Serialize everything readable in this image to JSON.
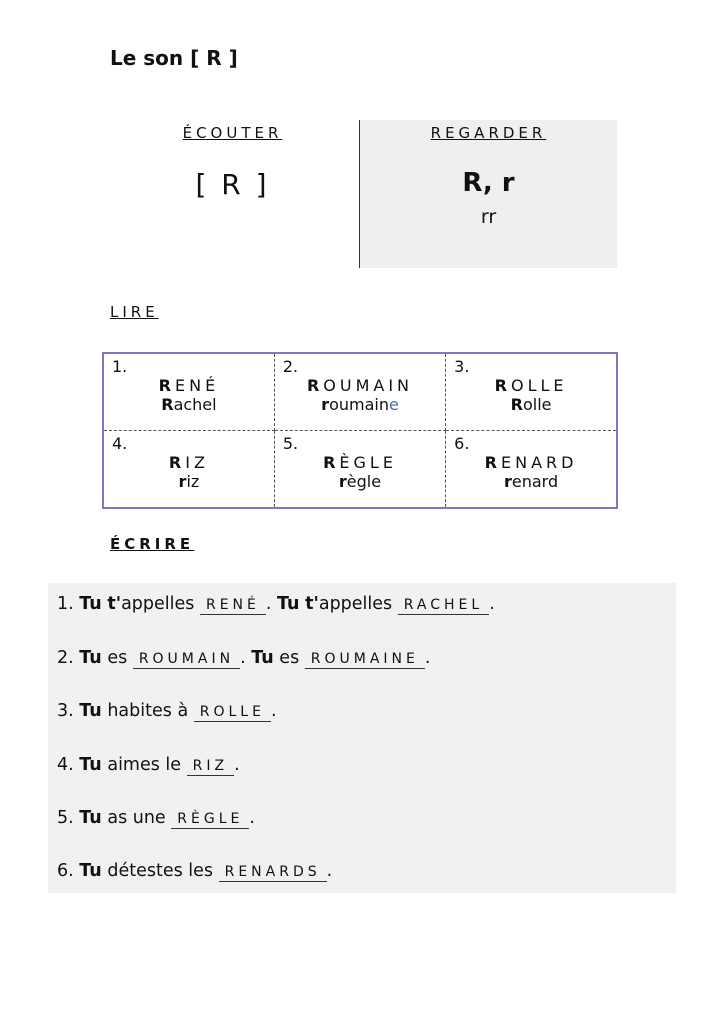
{
  "title": "Le son [ R ]",
  "ecouter": {
    "heading": "ÉCOUTER",
    "symbol": "[ R ]"
  },
  "regarder": {
    "heading": "REGARDER",
    "letters": "R, r",
    "double": "rr"
  },
  "lire": {
    "heading": "LIRE",
    "cells": [
      {
        "num": "1.",
        "upper_first": "R",
        "upper_rest": "ENÉ",
        "lower_first": "R",
        "lower_rest": "achel",
        "lower_extra": ""
      },
      {
        "num": "2.",
        "upper_first": "R",
        "upper_rest": "OUMAIN",
        "lower_first": "r",
        "lower_rest": "oumain",
        "lower_extra": "e"
      },
      {
        "num": "3.",
        "upper_first": "R",
        "upper_rest": "OLLE",
        "lower_first": "R",
        "lower_rest": "olle",
        "lower_extra": ""
      },
      {
        "num": "4.",
        "upper_first": "R",
        "upper_rest": "IZ",
        "lower_first": "r",
        "lower_rest": "iz",
        "lower_extra": ""
      },
      {
        "num": "5.",
        "upper_first": "R",
        "upper_rest": "ÈGLE",
        "lower_first": "r",
        "lower_rest": "ègle",
        "lower_extra": ""
      },
      {
        "num": "6.",
        "upper_first": "R",
        "upper_rest": "ENARD",
        "lower_first": "r",
        "lower_rest": "enard",
        "lower_extra": ""
      }
    ]
  },
  "ecrire": {
    "heading": "ÉCRIRE",
    "sentences": [
      {
        "num": "1.",
        "tu": "Tu",
        "t": "t'",
        "text": "appelles",
        "answer": "RENÉ",
        "tu2": "Tu",
        "t2": "t'",
        "text2": "appelles",
        "answer2": "RACHEL"
      },
      {
        "num": "2.",
        "tu": "Tu",
        "text": "es",
        "answer": "ROUMAIN",
        "tu2": "Tu",
        "text2": "es",
        "answer2": "ROUMAINE"
      },
      {
        "num": "3.",
        "tu": "Tu",
        "text": "habites à",
        "answer": "ROLLE"
      },
      {
        "num": "4.",
        "tu": "Tu",
        "text": "aimes le",
        "answer": "RIZ"
      },
      {
        "num": "5.",
        "tu": "Tu",
        "text": "as une",
        "answer": "RÈGLE"
      },
      {
        "num": "6.",
        "tu": "Tu",
        "text": "détestes les",
        "answer": "RENARDS"
      }
    ],
    "period": "."
  }
}
